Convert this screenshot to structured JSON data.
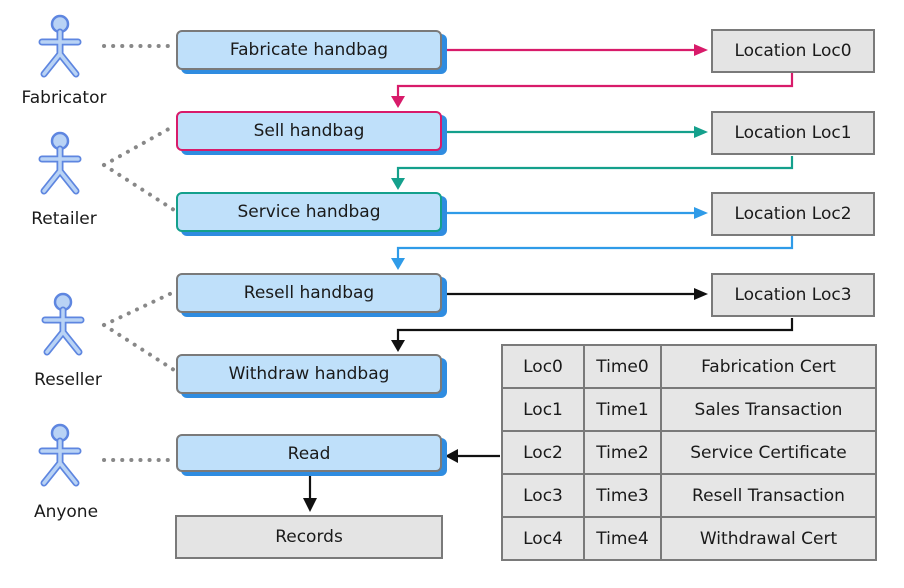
{
  "actors": [
    {
      "id": "fabricator",
      "label": "Fabricator"
    },
    {
      "id": "retailer",
      "label": "Retailer"
    },
    {
      "id": "reseller",
      "label": "Reseller"
    },
    {
      "id": "anyone",
      "label": "Anyone"
    }
  ],
  "processes": [
    {
      "id": "fabricate",
      "label": "Fabricate handbag"
    },
    {
      "id": "sell",
      "label": "Sell handbag"
    },
    {
      "id": "service",
      "label": "Service handbag"
    },
    {
      "id": "resell",
      "label": "Resell handbag"
    },
    {
      "id": "withdraw",
      "label": "Withdraw handbag"
    },
    {
      "id": "read",
      "label": "Read"
    }
  ],
  "locations": [
    {
      "id": "loc0",
      "label": "Location Loc0"
    },
    {
      "id": "loc1",
      "label": "Location Loc1"
    },
    {
      "id": "loc2",
      "label": "Location Loc2"
    },
    {
      "id": "loc3",
      "label": "Location Loc3"
    }
  ],
  "records": {
    "label": "Records"
  },
  "ledger": [
    [
      "Loc0",
      "Time0",
      "Fabrication Cert"
    ],
    [
      "Loc1",
      "Time1",
      "Sales Transaction"
    ],
    [
      "Loc2",
      "Time2",
      "Service Certificate"
    ],
    [
      "Loc3",
      "Time3",
      "Resell Transaction"
    ],
    [
      "Loc4",
      "Time4",
      "Withdrawal Cert"
    ]
  ],
  "colors": {
    "process_fill": "#bfe0fa",
    "process_shadow": "#2f8ce0",
    "box_fill": "#e4e4e4",
    "border": "#7a7a7a",
    "arrow_fabricate": "#d81b6a",
    "arrow_sell": "#14a08c",
    "arrow_service": "#2f9be8",
    "arrow_resell": "#111111",
    "actor_fill": "#b9d3f5",
    "actor_stroke": "#5e86e0",
    "link_dots": "#888888"
  },
  "icons": {
    "actor": "stick-figure-icon"
  }
}
